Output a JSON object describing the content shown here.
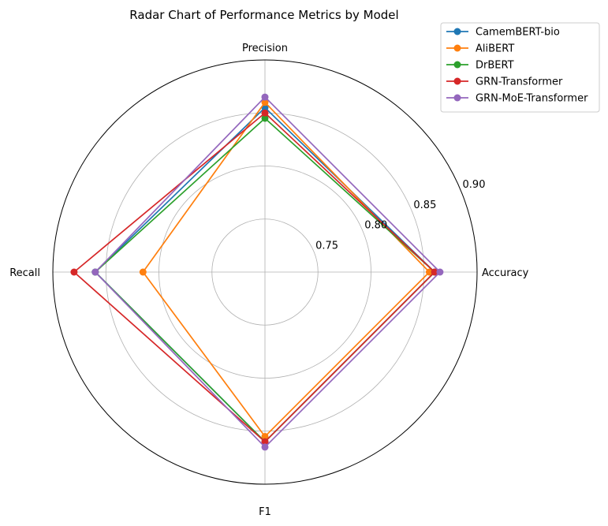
{
  "chart_data": {
    "type": "radar",
    "title": "Radar Chart of Performance Metrics by Model",
    "axes": [
      "Accuracy",
      "Precision",
      "Recall",
      "F1"
    ],
    "rlim": [
      0.7,
      0.9
    ],
    "rticks": [
      0.75,
      0.8,
      0.85,
      0.9
    ],
    "rtick_labels": [
      "0.75",
      "0.80",
      "0.85",
      "0.90"
    ],
    "grid": true,
    "legend_position": "top-right",
    "series": [
      {
        "name": "CamemBERT-bio",
        "color": "#1f77b4",
        "values": [
          0.86,
          0.855,
          0.86,
          0.86
        ]
      },
      {
        "name": "AliBERT",
        "color": "#ff7f0e",
        "values": [
          0.855,
          0.86,
          0.815,
          0.855
        ]
      },
      {
        "name": "DrBERT",
        "color": "#2ca02c",
        "values": [
          0.86,
          0.845,
          0.86,
          0.86
        ]
      },
      {
        "name": "GRN-Transformer",
        "color": "#d62728",
        "values": [
          0.86,
          0.85,
          0.88,
          0.86
        ]
      },
      {
        "name": "GRN-MoE-Transformer",
        "color": "#9467bd",
        "values": [
          0.865,
          0.865,
          0.86,
          0.865
        ]
      }
    ]
  }
}
